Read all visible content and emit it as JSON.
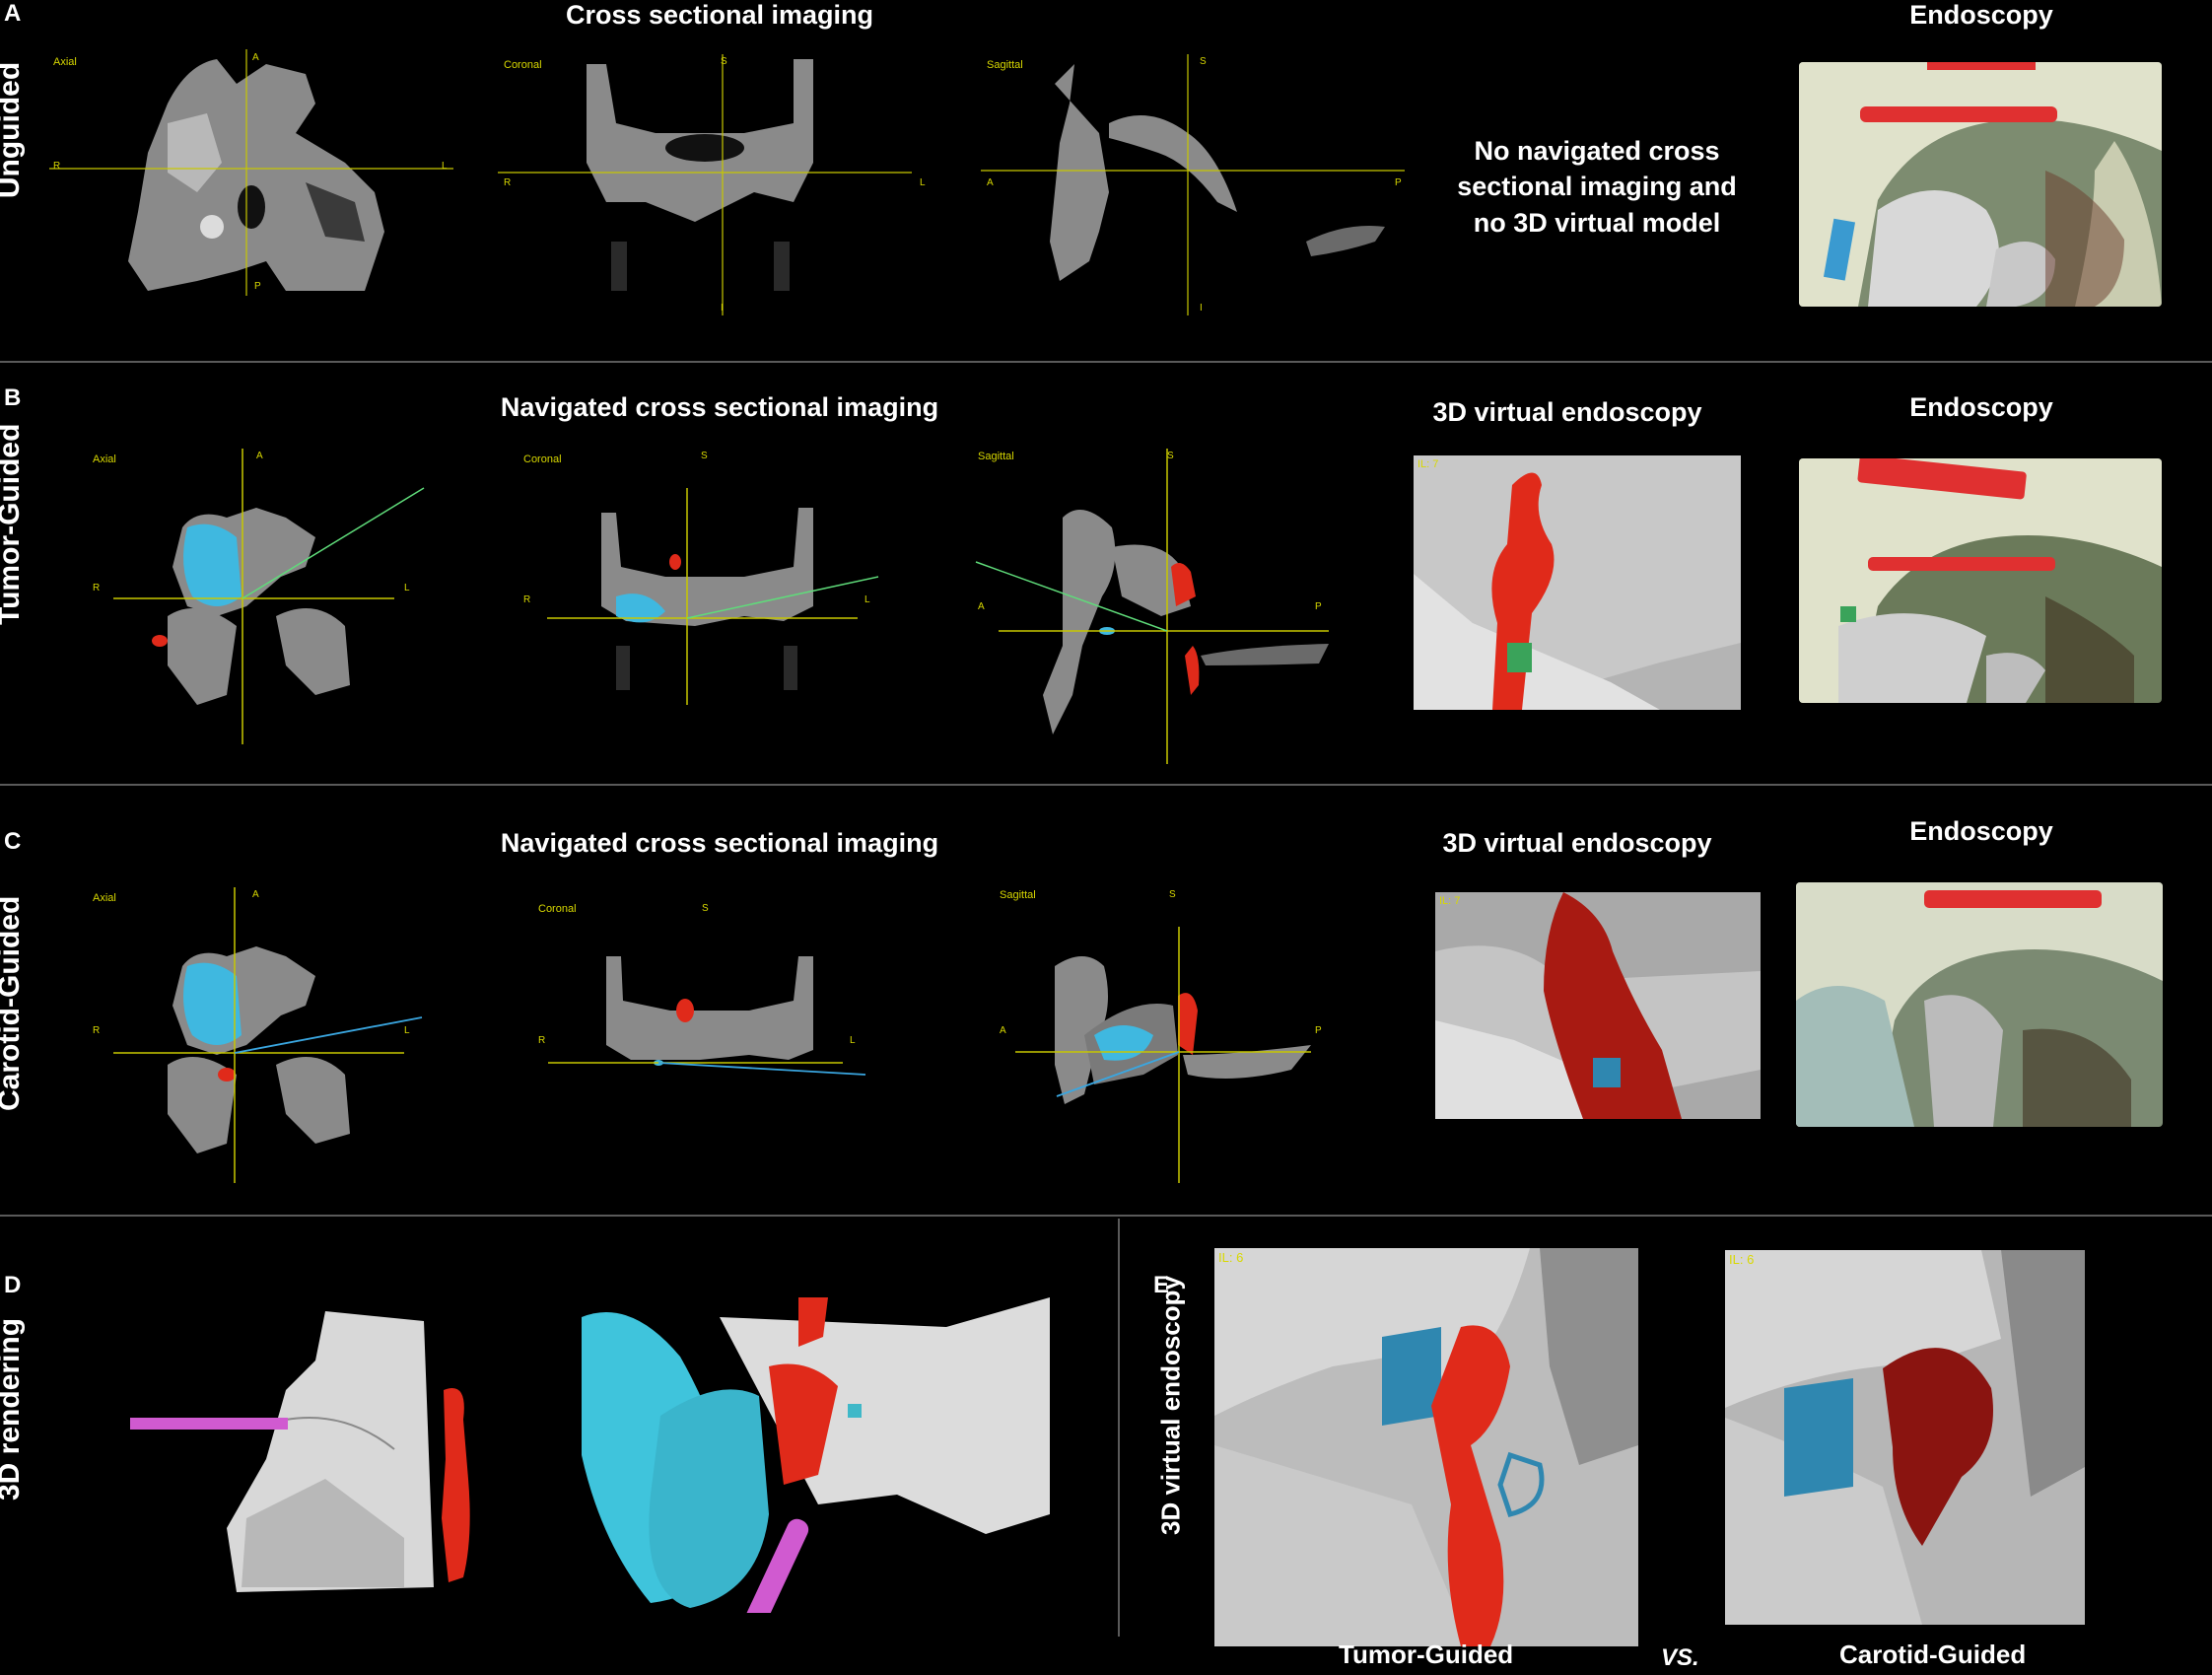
{
  "panels": {
    "a": {
      "letter": "A",
      "row_label": "Unguided",
      "heading_imaging": "Cross sectional imaging",
      "heading_endoscopy": "Endoscopy",
      "note": "No navigated cross sectional imaging and no 3D virtual model",
      "view_axial": "Axial",
      "view_coronal": "Coronal",
      "view_sagittal": "Sagittal"
    },
    "b": {
      "letter": "B",
      "row_label": "Tumor-Guided",
      "heading_imaging": "Navigated cross sectional imaging",
      "heading_virtual": "3D virtual endoscopy",
      "heading_endoscopy": "Endoscopy",
      "view_axial": "Axial",
      "view_coronal": "Coronal",
      "view_sagittal": "Sagittal",
      "il_label": "IL: 7"
    },
    "c": {
      "letter": "C",
      "row_label": "Carotid-Guided",
      "heading_imaging": "Navigated cross sectional imaging",
      "heading_virtual": "3D virtual endoscopy",
      "heading_endoscopy": "Endoscopy",
      "view_axial": "Axial",
      "view_coronal": "Coronal",
      "view_sagittal": "Sagittal",
      "il_label": "IL: 7"
    },
    "d": {
      "letter": "D",
      "row_label": "3D rendering"
    },
    "e": {
      "letter": "E",
      "row_label": "3D virtual endoscopy",
      "caption_left": "Tumor-Guided",
      "vs": "VS.",
      "caption_right": "Carotid-Guided",
      "il_left": "IL: 6",
      "il_right": "IL: 6"
    }
  },
  "orientation": {
    "axial": {
      "top": "A",
      "bottom": "P",
      "left": "R",
      "right": "L"
    },
    "coronal": {
      "top": "S",
      "bottom": "I",
      "left": "R",
      "right": "L"
    },
    "sagittal": {
      "top": "S",
      "bottom": "I",
      "left": "A",
      "right": "P"
    }
  },
  "colors": {
    "tumor": "#3fb8e0",
    "carotid": "#e02a1a",
    "trajectory_tumor": "#5fdc7a",
    "trajectory_carotid": "#3aa6e0",
    "crosshair": "#c8c800",
    "mucosa": "#d9dcc2",
    "marker": "#e03030",
    "instrument": "#d05ad0"
  }
}
